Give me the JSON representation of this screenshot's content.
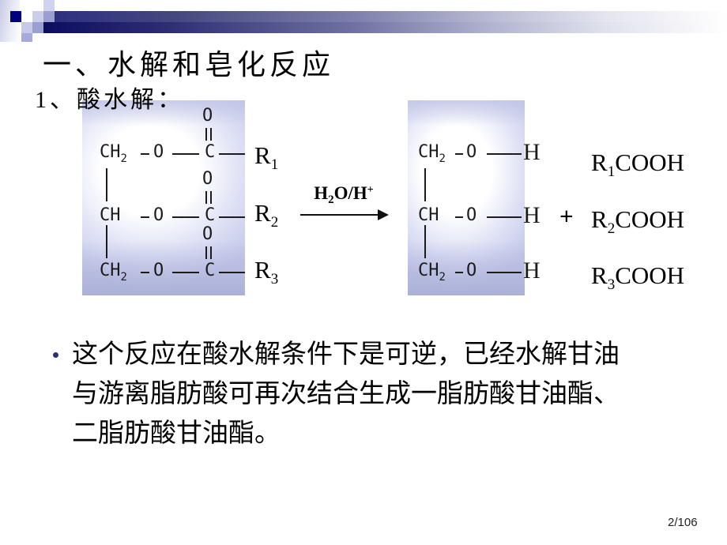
{
  "slide": {
    "title": "一、水解和皂化反应",
    "subtitle": "1、酸水解：",
    "page_number": "2/106"
  },
  "reaction": {
    "triglyceride": {
      "rows": [
        {
          "carbon_group": "CH",
          "carbon_sub": "2",
          "oxygen": "O",
          "carbonyl_c": "C",
          "carbonyl_o": "O"
        },
        {
          "carbon_group": "CH",
          "carbon_sub": "",
          "oxygen": "O",
          "carbonyl_c": "C",
          "carbonyl_o": "O"
        },
        {
          "carbon_group": "CH",
          "carbon_sub": "2",
          "oxygen": "O",
          "carbonyl_c": "C",
          "carbonyl_o": "O"
        }
      ],
      "r_labels": [
        {
          "base": "R",
          "sub": "1"
        },
        {
          "base": "R",
          "sub": "2"
        },
        {
          "base": "R",
          "sub": "3"
        }
      ]
    },
    "condition": {
      "h": "H",
      "h_sub": "2",
      "rest": "O/H",
      "sup": "+"
    },
    "glycerol": {
      "rows": [
        {
          "carbon_group": "CH",
          "carbon_sub": "2",
          "oxygen": "O",
          "hydrogen": "H"
        },
        {
          "carbon_group": "CH",
          "carbon_sub": "",
          "oxygen": "O",
          "hydrogen": "H"
        },
        {
          "carbon_group": "CH",
          "carbon_sub": "2",
          "oxygen": "O",
          "hydrogen": "H"
        }
      ]
    },
    "plus": "+",
    "fatty_acids": [
      {
        "base": "R",
        "sub": "1",
        "formula": "COOH"
      },
      {
        "base": "R",
        "sub": "2",
        "formula": "COOH"
      },
      {
        "base": "R",
        "sub": "3",
        "formula": "COOH"
      }
    ]
  },
  "body": {
    "bullet_lines": [
      "这个反应在酸水解条件下是可逆，已经水解甘油",
      "与游离脂肪酸可再次结合生成一脂肪酸甘油酯、",
      "二脂肪酸甘油酯。"
    ]
  }
}
